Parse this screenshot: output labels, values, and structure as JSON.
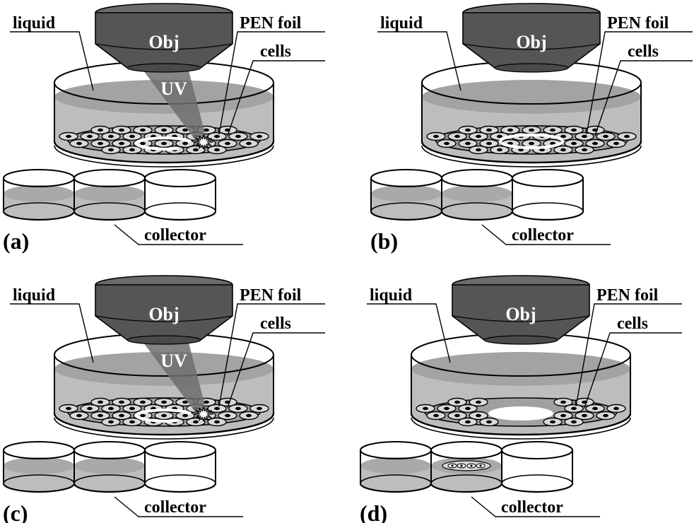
{
  "colors": {
    "objective_dark": "#555555",
    "objective_light": "#6b6b6b",
    "liquid": "#bdbdbd",
    "foil": "#a0a0a0",
    "uv_beam": "#6e6e6e",
    "outline": "#000000"
  },
  "panels": [
    {
      "id": "a",
      "panel_label": "(a)",
      "objective_label": "Obj",
      "uv_label": "UV",
      "liquid_label": "liquid",
      "foil_label": "PEN foil",
      "cells_label": "cells",
      "collector_label": "collector",
      "laser_on": true,
      "cut_removed": false,
      "collector_filled": [
        true,
        true,
        false
      ],
      "collected_piece_in": null
    },
    {
      "id": "b",
      "panel_label": "(b)",
      "objective_label": "Obj",
      "uv_label": "",
      "liquid_label": "liquid",
      "foil_label": "PEN foil",
      "cells_label": "cells",
      "collector_label": "collector",
      "laser_on": false,
      "cut_removed": false,
      "collector_filled": [
        true,
        true,
        false
      ],
      "collected_piece_in": null
    },
    {
      "id": "c",
      "panel_label": "(c)",
      "objective_label": "Obj",
      "uv_label": "UV",
      "liquid_label": "liquid",
      "foil_label": "PEN foil",
      "cells_label": "cells",
      "collector_label": "collector",
      "laser_on": true,
      "cut_removed": false,
      "collector_filled": [
        true,
        true,
        false
      ],
      "collected_piece_in": null
    },
    {
      "id": "d",
      "panel_label": "(d)",
      "objective_label": "Obj",
      "uv_label": "",
      "liquid_label": "liquid",
      "foil_label": "PEN foil",
      "cells_label": "cells",
      "collector_label": "collector",
      "laser_on": false,
      "cut_removed": true,
      "collector_filled": [
        true,
        true,
        false
      ],
      "collected_piece_in": 1
    }
  ]
}
